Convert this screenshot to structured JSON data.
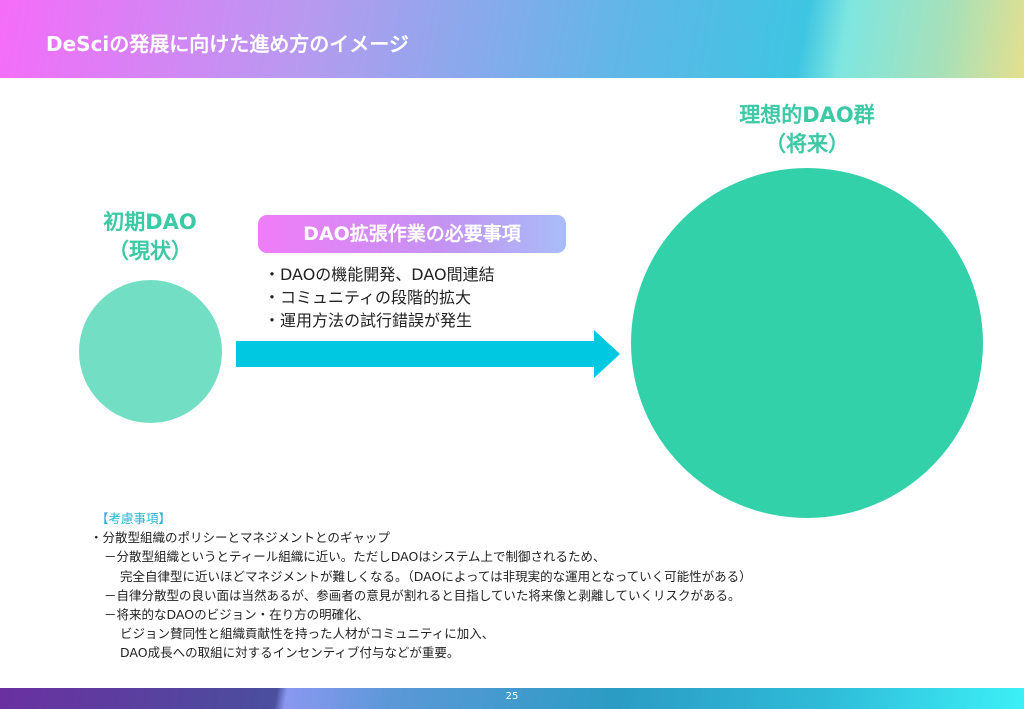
{
  "header": {
    "title": "DeSciの発展に向けた進め方のイメージ"
  },
  "initial": {
    "line1": "初期DAO",
    "line2": "（現状）"
  },
  "ideal": {
    "line1": "理想的DAO群",
    "line2": "（将来）"
  },
  "requirements": {
    "title": "DAO拡張作業の必要事項",
    "items": [
      "・DAOの機能開発、DAO間連結",
      "・コミュニティの段階的拡大",
      "・運用方法の試行錯誤が発生"
    ]
  },
  "notes": {
    "heading": "【考慮事項】",
    "lines": [
      "・分散型組織のポリシーとマネジメントとのギャップ",
      "－分散型組織というとティール組織に近い。ただしDAOはシステム上で制御されるため、",
      "完全自律型に近いほどマネジメントが難しくなる。（DAOによっては非現実的な運用となっていく可能性がある）",
      "－自律分散型の良い面は当然あるが、参画者の意見が割れると目指していた将来像と剥離していくリスクがある。",
      "－将来的なDAOのビジョン・在り方の明確化、",
      "ビジョン賛同性と組織貢献性を持った人材がコミュニティに加入、",
      "DAO成長への取組に対するインセンティブ付与などが重要。"
    ]
  },
  "footer": {
    "page": "25"
  },
  "colors": {
    "small_circle": "#72dfc4",
    "large_circle": "#33d1a9",
    "arrow": "#00c8e0",
    "label": "#3cc9a5"
  }
}
